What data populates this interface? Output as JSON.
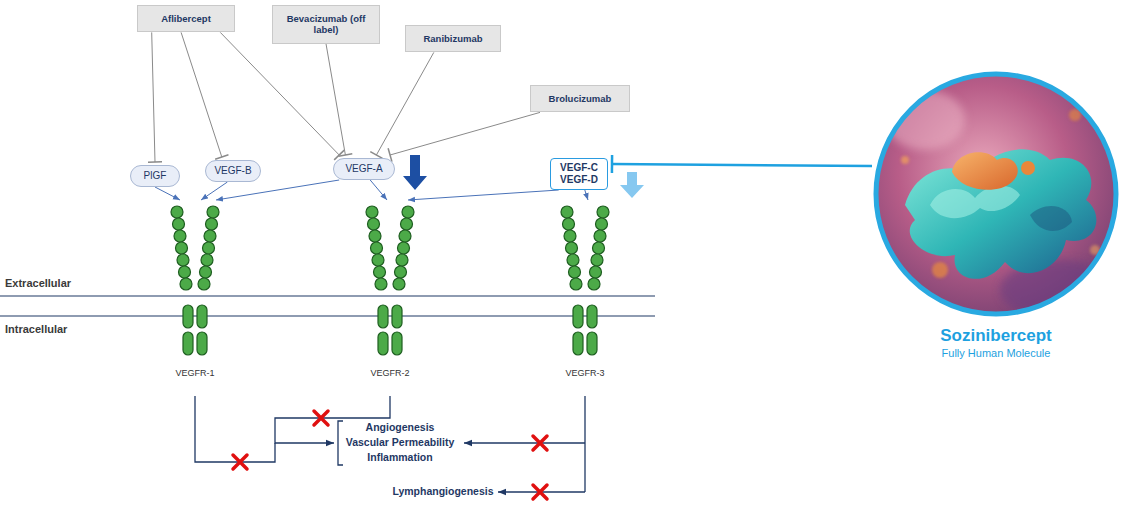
{
  "diagram": {
    "nodes": [
      {
        "text": [
          "Aflibercept"
        ]
      },
      {
        "text": [
          "Bevacizumab (off label)"
        ]
      },
      {
        "text": [
          "Ranibizumab"
        ]
      },
      {
        "text": [
          "Brolucizumab"
        ]
      },
      {
        "text": [
          "PlGF"
        ]
      },
      {
        "text": [
          "VEGF-B"
        ]
      },
      {
        "text": [
          "VEGF-A"
        ]
      },
      {
        "text": [
          "VEGF-C VEGF-D"
        ]
      },
      {
        "text": [
          "VEGFR-1"
        ]
      },
      {
        "text": [
          "VEGFR-2"
        ]
      },
      {
        "text": [
          "VEGFR-3"
        ]
      },
      {
        "text": [
          "Sozinibercept",
          "Fully Human Molecule"
        ]
      }
    ],
    "edges": [
      {
        "from": 0,
        "to": 4,
        "arrow": "to"
      },
      {
        "from": 0,
        "to": 5,
        "arrow": "to"
      },
      {
        "from": 0,
        "to": 6,
        "arrow": "to"
      },
      {
        "from": 1,
        "to": 6,
        "arrow": "to"
      },
      {
        "from": 2,
        "to": 6,
        "arrow": "to"
      },
      {
        "from": 3,
        "to": 6,
        "arrow": "to"
      },
      {
        "from": 4,
        "to": 8,
        "arrow": "to"
      },
      {
        "from": 5,
        "to": 8,
        "arrow": "to"
      },
      {
        "from": 6,
        "to": 8,
        "arrow": "to"
      },
      {
        "from": 6,
        "to": 9,
        "arrow": "to"
      },
      {
        "from": 7,
        "to": 9,
        "arrow": "to"
      },
      {
        "from": 7,
        "to": 10,
        "arrow": "to"
      },
      {
        "from": 11,
        "to": 7,
        "arrow": "to"
      }
    ],
    "labels": [
      "Extracellular",
      "Intracellular",
      "Angiogenesis",
      "Vascular Permeability",
      "Inflammation",
      "Lymphangiogenesis"
    ]
  }
}
